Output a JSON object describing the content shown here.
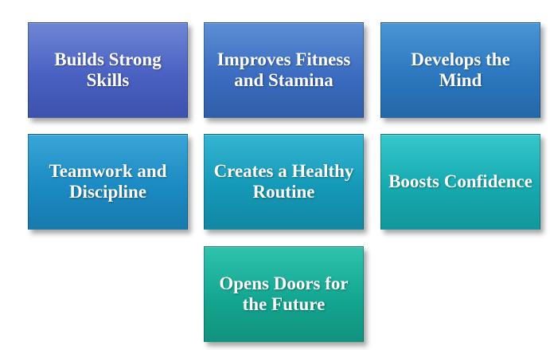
{
  "tiles": [
    {
      "label": "Builds Strong Skills",
      "color": "#4a61c2"
    },
    {
      "label": "Improves Fitness and Stamina",
      "color": "#3b6cc0"
    },
    {
      "label": "Develops the Mind",
      "color": "#2c77bf"
    },
    {
      "label": "Teamwork and Discipline",
      "color": "#1c8ac3"
    },
    {
      "label": "Creates a Healthy Routine",
      "color": "#1599b8"
    },
    {
      "label": "Boosts Confidence",
      "color": "#16aab0"
    },
    {
      "label": "Opens Doors for the Future",
      "color": "#13a690"
    }
  ]
}
